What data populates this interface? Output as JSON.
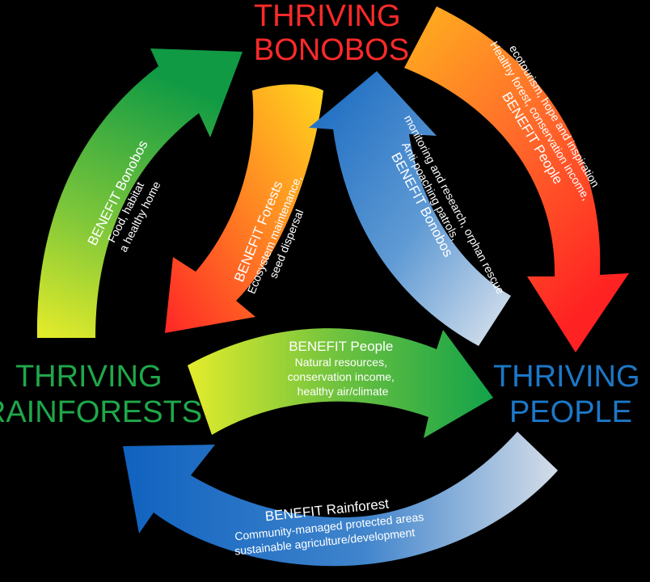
{
  "colors": {
    "background": "#000000",
    "bonobos": "#ff2a2a",
    "rainforests": "#1fa84a",
    "people": "#1c78c8"
  },
  "nodes": {
    "bonobos": {
      "line1": "THRIVING",
      "line2": "BONOBOS"
    },
    "rainforests": {
      "line1": "THRIVING",
      "line2": "RAINFORESTS"
    },
    "people": {
      "line1": "THRIVING",
      "line2": "PEOPLE"
    }
  },
  "arrows": {
    "outer_left": {
      "title": "BENEFIT Bonobos",
      "line1": "Food, habitat",
      "line2": "a healthy home"
    },
    "outer_right": {
      "title": "BENEFIT People",
      "line1": "Healthy forest, conservation income,",
      "line2": "ecotourism, hope and inspiration"
    },
    "outer_bottom": {
      "title": "BENEFIT Rainforest",
      "line1": "Community-managed protected areas",
      "line2": "sustainable agriculture/development"
    },
    "inner_left": {
      "title": "BENEFIT Forests",
      "line1": "Ecosystem maintenance,",
      "line2": "seed dispersal"
    },
    "inner_right": {
      "title": "BENEFIT Bonobos",
      "line1": "Anti-poaching patrols,",
      "line2": "monitoring and research, orphan rescue"
    },
    "inner_bottom": {
      "title": "BENEFIT People",
      "line1": "Natural resources,",
      "line2": "conservation income,",
      "line3": "healthy air/climate"
    }
  }
}
